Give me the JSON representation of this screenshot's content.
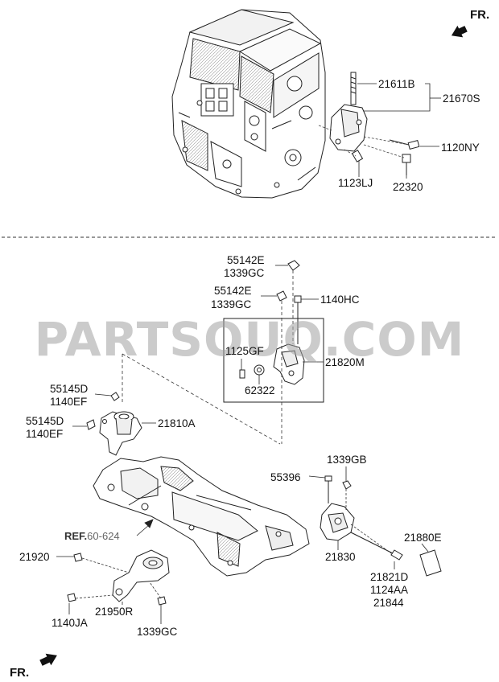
{
  "watermark": "PARTSOUQ.COM",
  "fr_top": "FR.",
  "fr_bottom": "FR.",
  "ref": {
    "prefix": "REF.",
    "code": "60-624"
  },
  "labels": {
    "p21611B": "21611B",
    "p21670S": "21670S",
    "p1120NY": "1120NY",
    "p1123LJ": "1123LJ",
    "p22320": "22320",
    "p55142E_a": "55142E",
    "p1339GC_a": "1339GC",
    "p55142E_b": "55142E",
    "p1339GC_b": "1339GC",
    "p1140HC": "1140HC",
    "p1125GF": "1125GF",
    "p21820M": "21820M",
    "p62322": "62322",
    "p55145D_a": "55145D",
    "p1140EF_a": "1140EF",
    "p55145D_b": "55145D",
    "p1140EF_b": "1140EF",
    "p21810A": "21810A",
    "p1339GB": "1339GB",
    "p55396": "55396",
    "p21880E": "21880E",
    "p21830": "21830",
    "p21821D": "21821D",
    "p1124AA": "1124AA",
    "p21844": "21844",
    "p21920": "21920",
    "p21950R": "21950R",
    "p1140JA": "1140JA",
    "p1339GC_c": "1339GC"
  },
  "colors": {
    "line": "#222222",
    "part_fill": "#ffffff",
    "shade": "#bdbdbd",
    "watermark": "#a0a0a0"
  }
}
